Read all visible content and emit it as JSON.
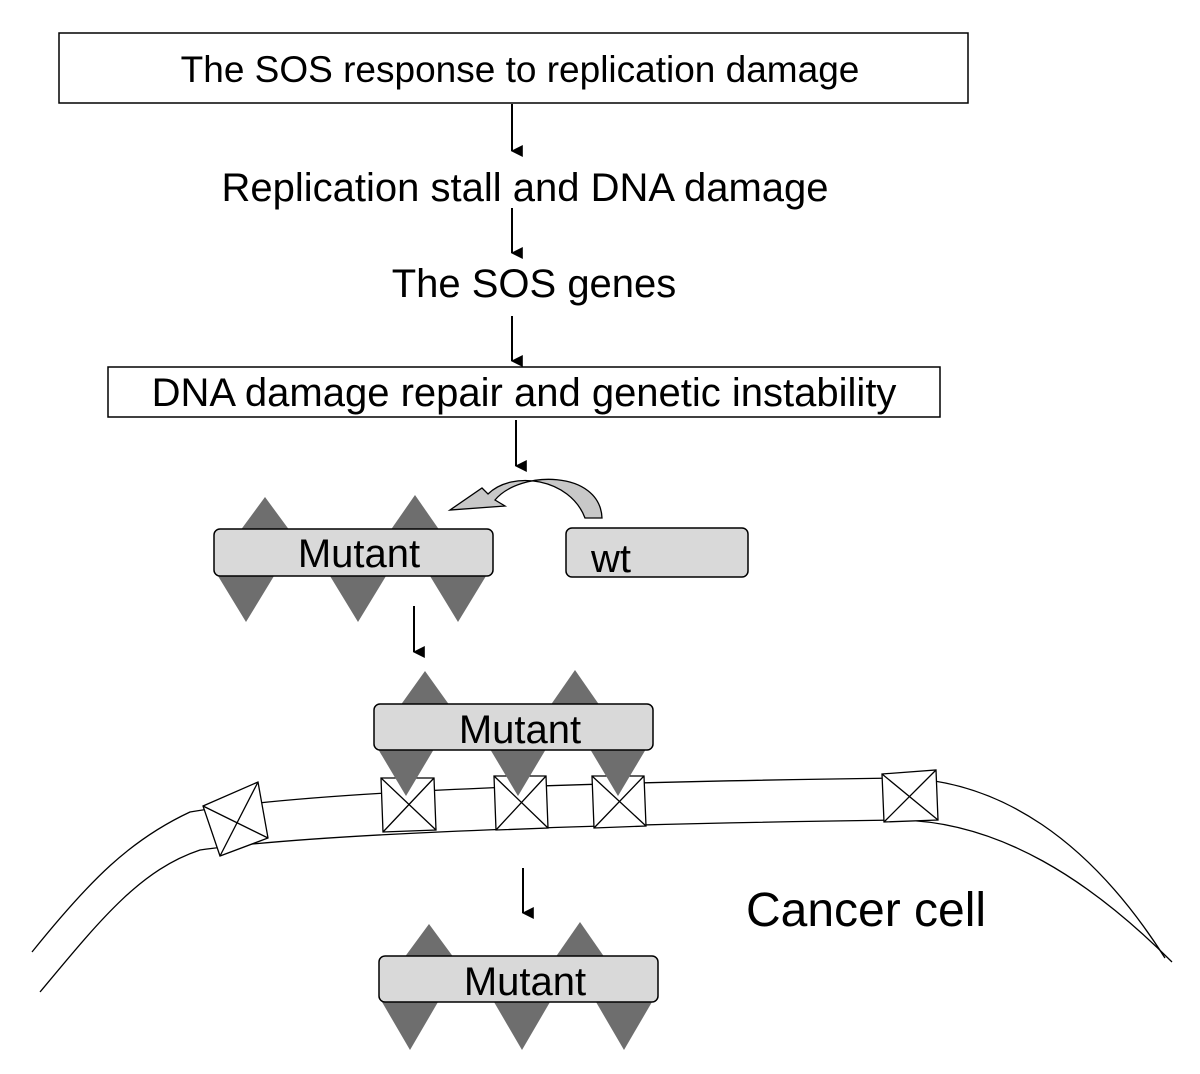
{
  "flow": {
    "step1": "The SOS response to replication damage",
    "step2": "Replication stall and DNA damage",
    "step3": "The SOS genes",
    "step4": "DNA damage repair and genetic instability"
  },
  "proteins": {
    "mutant_label": "Mutant",
    "wildtype_label": "wt"
  },
  "cell": {
    "label": "Cancer cell"
  },
  "colors": {
    "protein_fill": "#d9d9d9",
    "triangle_fill": "#6e6e6e",
    "arrow_fill": "#c8c8c8",
    "line": "#000000"
  }
}
